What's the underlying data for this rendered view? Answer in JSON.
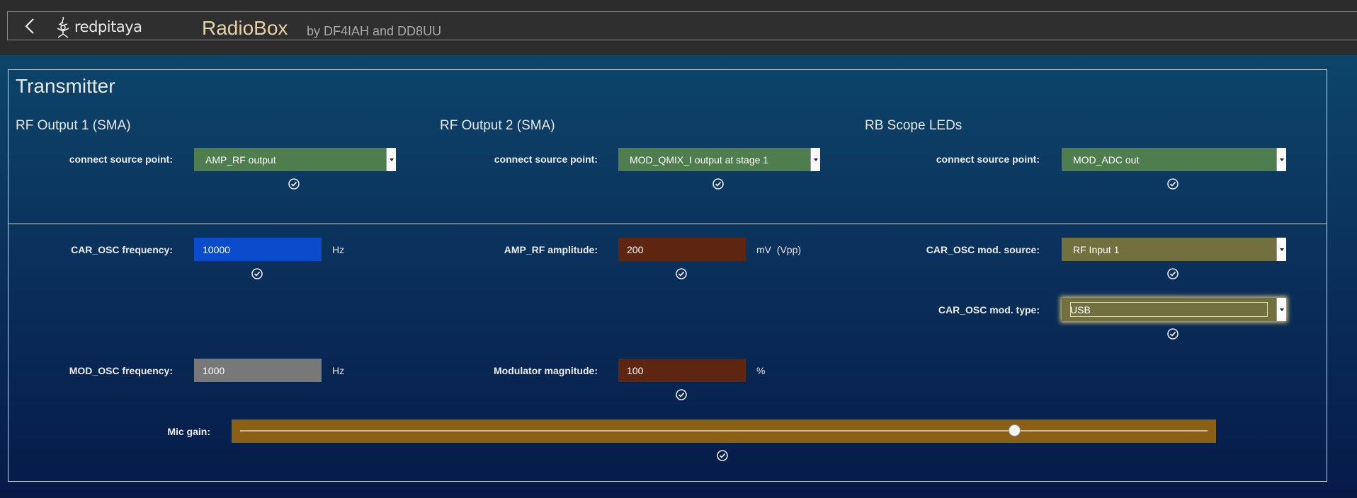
{
  "header": {
    "logo_text": "redpitaya",
    "app_title": "RadioBox",
    "app_subtitle": "by DF4IAH and DD8UU"
  },
  "panel": {
    "title": "Transmitter"
  },
  "outputs": [
    {
      "title": "RF Output 1 (SMA)",
      "label": "connect source point:",
      "value": "AMP_RF output"
    },
    {
      "title": "RF Output 2 (SMA)",
      "label": "connect source point:",
      "value": "MOD_QMIX_I output at stage 1"
    },
    {
      "title": "RB Scope LEDs",
      "label": "connect source point:",
      "value": "MOD_ADC out"
    }
  ],
  "car_osc_freq": {
    "label": "CAR_OSC frequency:",
    "value": "10000",
    "unit": "Hz"
  },
  "amp_rf_amplitude": {
    "label": "AMP_RF amplitude:",
    "value": "200",
    "unit": "mV  (Vpp)"
  },
  "car_osc_mod_source": {
    "label": "CAR_OSC mod. source:",
    "value": "RF Input 1"
  },
  "car_osc_mod_type": {
    "label": "CAR_OSC mod. type:",
    "value": "USB"
  },
  "mod_osc_freq": {
    "label": "MOD_OSC frequency:",
    "value": "1000",
    "unit": "Hz"
  },
  "modulator_magnitude": {
    "label": "Modulator magnitude:",
    "value": "100",
    "unit": "%"
  },
  "mic_gain": {
    "label": "Mic gain:",
    "level": 0.8
  },
  "colors": {
    "header_bg": "#2c2c2c",
    "title_accent": "#e4d2a8",
    "select_green": "#4e7e4e",
    "select_olive": "#72703e",
    "input_blue": "#0a4ccc",
    "input_brown": "#5e2510",
    "input_gray": "#787878",
    "slider_bg": "#8a6014"
  }
}
